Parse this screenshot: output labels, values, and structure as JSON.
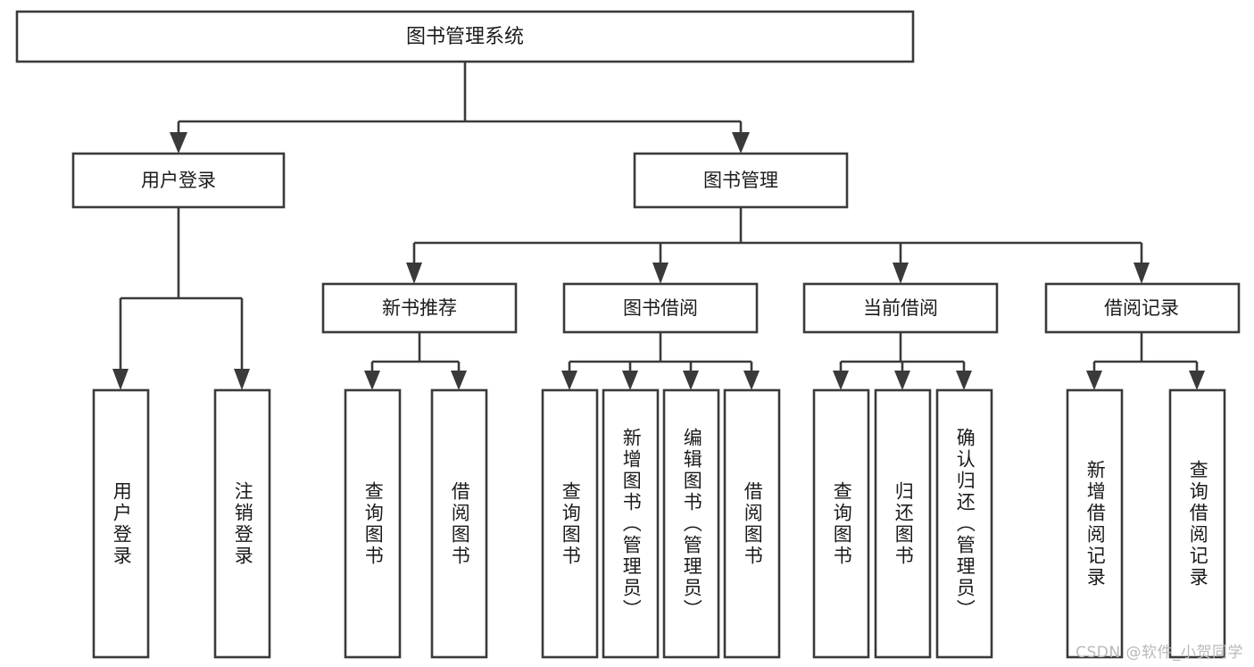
{
  "diagram": {
    "title": "图书管理系统",
    "type": "hierarchy-tree",
    "orientation": "top-down",
    "colors": {
      "box_stroke": "#3a3a3a",
      "box_fill": "#ffffff",
      "connector": "#3a3a3a",
      "text": "#1b1b1b",
      "background": "#ffffff",
      "watermark": "#b9b9b9"
    },
    "root": {
      "label": "图书管理系统"
    },
    "level1": [
      {
        "id": "user-login",
        "label": "用户登录"
      },
      {
        "id": "book-management",
        "label": "图书管理"
      }
    ],
    "level2": [
      {
        "id": "new-book-recommend",
        "label": "新书推荐",
        "parent": "book-management"
      },
      {
        "id": "book-borrow",
        "label": "图书借阅",
        "parent": "book-management"
      },
      {
        "id": "current-borrow",
        "label": "当前借阅",
        "parent": "book-management"
      },
      {
        "id": "borrow-record",
        "label": "借阅记录",
        "parent": "book-management"
      }
    ],
    "leaves": {
      "user-login": [
        {
          "id": "leaf-user-login",
          "label": "用户登录"
        },
        {
          "id": "leaf-logout",
          "label": "注销登录"
        }
      ],
      "new-book-recommend": [
        {
          "id": "leaf-query-book-1",
          "label": "查询图书"
        },
        {
          "id": "leaf-borrow-book-1",
          "label": "借阅图书"
        }
      ],
      "book-borrow": [
        {
          "id": "leaf-query-book-2",
          "label": "查询图书"
        },
        {
          "id": "leaf-add-book",
          "label": "新增图书（管理员）"
        },
        {
          "id": "leaf-edit-book",
          "label": "编辑图书（管理员）"
        },
        {
          "id": "leaf-borrow-book-2",
          "label": "借阅图书"
        }
      ],
      "current-borrow": [
        {
          "id": "leaf-query-book-3",
          "label": "查询图书"
        },
        {
          "id": "leaf-return-book",
          "label": "归还图书"
        },
        {
          "id": "leaf-confirm-return",
          "label": "确认归还（管理员）"
        }
      ],
      "borrow-record": [
        {
          "id": "leaf-add-record",
          "label": "新增借阅记录"
        },
        {
          "id": "leaf-query-record",
          "label": "查询借阅记录"
        }
      ]
    }
  },
  "watermark": {
    "text": "CSDN @软件_小贺同学"
  }
}
